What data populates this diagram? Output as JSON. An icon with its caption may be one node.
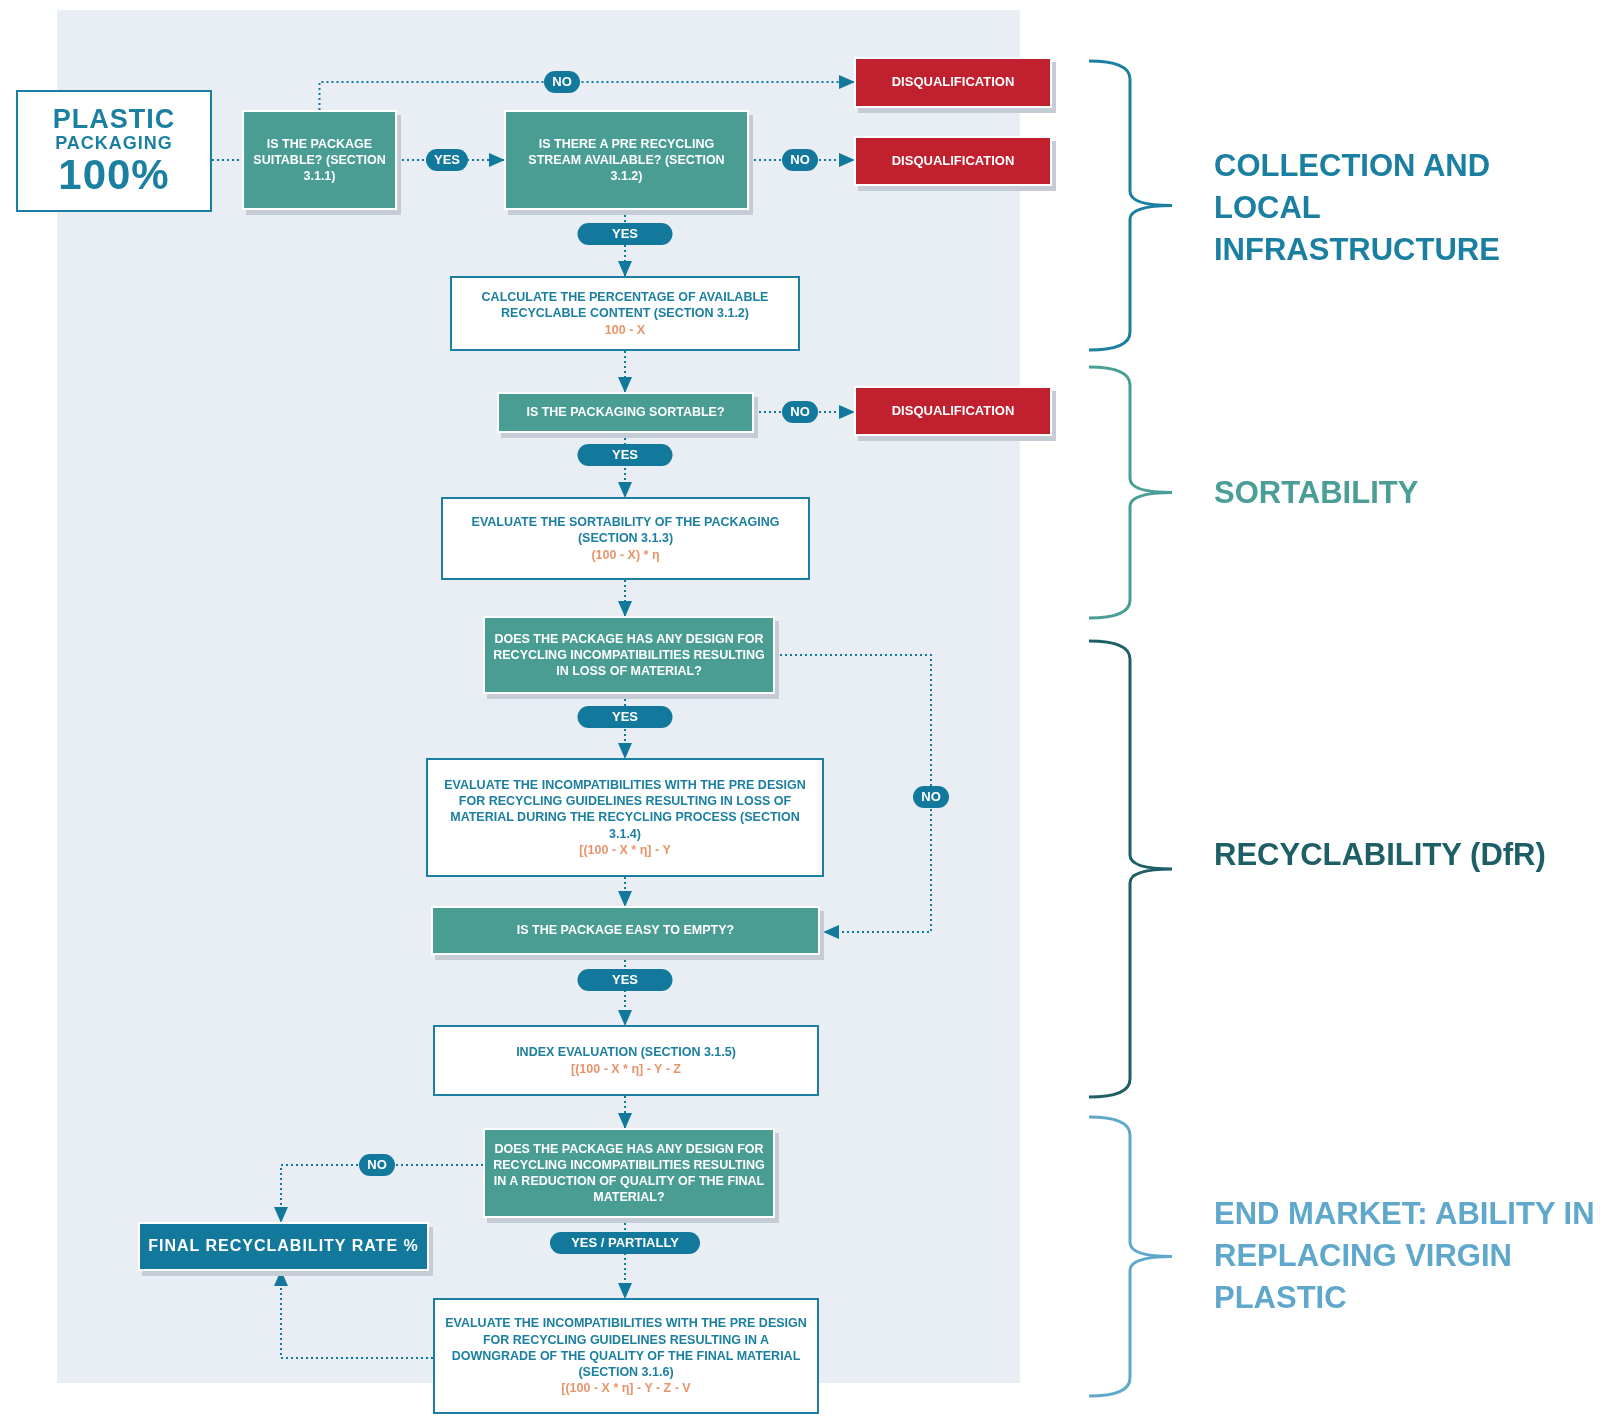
{
  "diagram": {
    "nodes": [
      {
        "text": [
          "PLASTIC",
          "PACKAGING",
          "100%"
        ]
      },
      {
        "text": [
          "IS THE PACKAGE SUITABLE? (SECTION 3.1.1)"
        ]
      },
      {
        "text": [
          "IS THERE A PRE RECYCLING STREAM AVAILABLE? (SECTION 3.1.2)"
        ]
      },
      {
        "text": [
          "DISQUALIFICATION"
        ]
      },
      {
        "text": [
          "DISQUALIFICATION"
        ]
      },
      {
        "text": [
          "CALCULATE THE PERCENTAGE OF AVAILABLE RECYCLABLE CONTENT (SECTION 3.1.2)",
          "100 - X"
        ]
      },
      {
        "text": [
          "IS THE PACKAGING SORTABLE?"
        ]
      },
      {
        "text": [
          "DISQUALIFICATION"
        ]
      },
      {
        "text": [
          "EVALUATE THE SORTABILITY OF THE PACKAGING (SECTION 3.1.3)",
          "(100 - X) * η"
        ]
      },
      {
        "text": [
          "DOES THE PACKAGE HAS ANY DESIGN FOR RECYCLING INCOMPATIBILITIES RESULTING IN LOSS OF MATERIAL?"
        ]
      },
      {
        "text": [
          "EVALUATE THE INCOMPATIBILITIES WITH THE PRE DESIGN FOR RECYCLING GUIDELINES RESULTING IN LOSS OF MATERIAL DURING THE RECYCLING PROCESS (SECTION 3.1.4)",
          "[(100 - X * η] - Y"
        ]
      },
      {
        "text": [
          "IS THE PACKAGE EASY TO EMPTY?"
        ]
      },
      {
        "text": [
          "INDEX EVALUATION (SECTION 3.1.5)",
          "[(100 - X * η] - Y - Z"
        ]
      },
      {
        "text": [
          "DOES THE PACKAGE HAS ANY DESIGN FOR RECYCLING INCOMPATIBILITIES RESULTING IN A REDUCTION OF QUALITY OF THE FINAL MATERIAL?"
        ]
      },
      {
        "text": [
          "FINAL RECYCLABILITY RATE %"
        ]
      },
      {
        "text": [
          "EVALUATE THE INCOMPATIBILITIES WITH THE PRE DESIGN FOR RECYCLING GUIDELINES RESULTING IN A DOWNGRADE OF THE QUALITY OF THE FINAL MATERIAL (SECTION 3.1.6)",
          "[(100 - X * η] - Y - Z - V"
        ]
      }
    ],
    "edges": [
      {
        "from": 0,
        "to": 1,
        "arrow": "none"
      },
      {
        "from": 1,
        "to": 3,
        "arrow": "to",
        "label": "NO"
      },
      {
        "from": 1,
        "to": 2,
        "arrow": "to",
        "label": "YES"
      },
      {
        "from": 2,
        "to": 4,
        "arrow": "to",
        "label": "NO"
      },
      {
        "from": 2,
        "to": 5,
        "arrow": "to",
        "label": "YES"
      },
      {
        "from": 5,
        "to": 6,
        "arrow": "to"
      },
      {
        "from": 6,
        "to": 7,
        "arrow": "to",
        "label": "NO"
      },
      {
        "from": 6,
        "to": 8,
        "arrow": "to",
        "label": "YES"
      },
      {
        "from": 8,
        "to": 9,
        "arrow": "to"
      },
      {
        "from": 9,
        "to": 10,
        "arrow": "to",
        "label": "YES"
      },
      {
        "from": 9,
        "to": 11,
        "arrow": "to",
        "label": "NO"
      },
      {
        "from": 10,
        "to": 11,
        "arrow": "to"
      },
      {
        "from": 11,
        "to": 12,
        "arrow": "to",
        "label": "YES"
      },
      {
        "from": 12,
        "to": 13,
        "arrow": "to"
      },
      {
        "from": 13,
        "to": 14,
        "arrow": "to",
        "label": "NO"
      },
      {
        "from": 13,
        "to": 15,
        "arrow": "to",
        "label": "YES / PARTIALLY"
      },
      {
        "from": 15,
        "to": 14,
        "arrow": "to"
      }
    ],
    "labels": [
      "COLLECTION AND LOCAL INFRASTRUCTURE",
      "SORTABILITY",
      "RECYCLABILITY (DfR)",
      "END MARKET: ABILITY IN REPLACING VIRGIN PLASTIC"
    ]
  }
}
